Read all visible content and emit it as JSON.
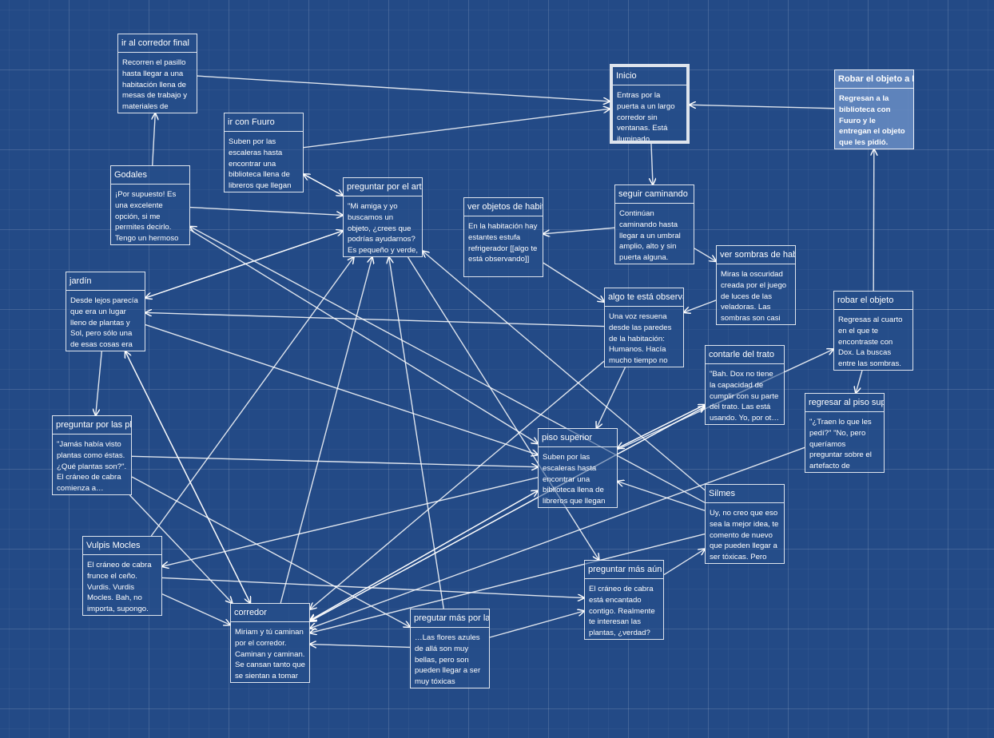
{
  "passages": [
    {
      "id": "ir-corredor-final",
      "title": "ir al corredor final",
      "excerpt": "Recorren el pasillo hasta llegar a una habitación llena de mesas de trabajo y materiales de"
    },
    {
      "id": "ir-con-fuuro",
      "title": "ir con Fuuro",
      "excerpt": "Suben por las escaleras hasta encontrar una biblioteca llena de libreros que llegan"
    },
    {
      "id": "godales",
      "title": "Godales",
      "excerpt": "¡Por supuesto! Es una excelente opción, si me permites decirlo. Tengo un hermoso tejido justo aquí …"
    },
    {
      "id": "preguntar-artefacto",
      "title": "preguntar por el artefacto",
      "excerpt": "\"Mi amiga y yo buscamos un objeto, ¿crees que podrías ayudarnos? Es pequeño y verde,"
    },
    {
      "id": "inicio",
      "title": "Inicio",
      "excerpt": "Entras por la puerta a un largo corredor sin ventanas. Está iluminado artificialmente por"
    },
    {
      "id": "robar-objeto-dox",
      "title": "Robar el objeto a Dox",
      "excerpt": "Regresan a la biblioteca con Fuuro y le entregan el objeto que les pidió. \"Puedes"
    },
    {
      "id": "ver-objetos",
      "title": "ver objetos de habitación",
      "excerpt": "En la habitación hay estantes estufa refrigerador [[algo te está observando]]"
    },
    {
      "id": "seguir-caminando",
      "title": "seguir caminando",
      "excerpt": "Continúan caminando hasta llegar a un umbral amplio, alto y sin puerta alguna. Felices"
    },
    {
      "id": "ver-sombras",
      "title": "ver sombras de habitación",
      "excerpt": "Miras la oscuridad creada por el juego de luces de las veladoras. Las sombras son casi"
    },
    {
      "id": "jardin",
      "title": "jardín",
      "excerpt": "Desde lejos parecía que era un lugar lleno de plantas y Sol, pero sólo una de esas cosas era cierta…"
    },
    {
      "id": "algo-observando",
      "title": "algo te está observando",
      "excerpt": "Una voz resuena desde las paredes de la habitación: Humanos. Hacía mucho tiempo no"
    },
    {
      "id": "robar-objeto",
      "title": "robar el objeto",
      "excerpt": "Regresas al cuarto en el que te encontraste con Dox. La buscas entre las sombras. Llamas su nombre …"
    },
    {
      "id": "contarle-trato",
      "title": "contarle del trato",
      "excerpt": "\"Bah. Dox no tiene la capacidad de cumplir con su parte del trato. Las está usando. Yo, por ot…"
    },
    {
      "id": "regresar-piso",
      "title": "regresar al piso superior",
      "excerpt": "\"¿Traen lo que les pedí?\" \"No, pero queríamos preguntar sobre el artefacto de nuevo…"
    },
    {
      "id": "preguntar-plantas",
      "title": "preguntar por las plantas",
      "excerpt": "\"Jamás había visto plantas como éstas. ¿Qué plantas son?\". El cráneo de cabra comienza a…"
    },
    {
      "id": "piso-superior",
      "title": "piso superior",
      "excerpt": "Suben por las escaleras hasta encontrar una biblioteca llena de libreros que llegan"
    },
    {
      "id": "silmes",
      "title": "Silmes",
      "excerpt": "Uy, no creo que eso sea la mejor idea, te comento de nuevo que pueden llegar a ser tóxicas. Pero pu…"
    },
    {
      "id": "vulpis-mocles",
      "title": "Vulpis Mocles",
      "excerpt": "El cráneo de cabra frunce el ceño. Vurdis. Vurdis Mocles. Bah, no importa, supongo. Bueno, justo aq…"
    },
    {
      "id": "preguntar-mas-aun",
      "title": "preguntar más aún sobre las plantas",
      "excerpt": "El cráneo de cabra está encantado contigo. Realmente te interesan las plantas, ¿verdad?"
    },
    {
      "id": "corredor",
      "title": "corredor",
      "excerpt": "Miriam y tú caminan por el corredor. Caminan y caminan. Se cansan tanto que se sientan a tomar un"
    },
    {
      "id": "pregutar-mas-plantas",
      "title": "pregutar más por las plantas",
      "excerpt": "…Las flores azules de allá son muy bellas, pero son pueden llegar a ser muy tóxicas también. Se"
    }
  ],
  "links": [
    {
      "from": "ir-corredor-final",
      "to": "inicio"
    },
    {
      "from": "ir-con-fuuro",
      "to": "inicio"
    },
    {
      "from": "robar-objeto-dox",
      "to": "inicio"
    },
    {
      "from": "inicio",
      "to": "seguir-caminando"
    },
    {
      "from": "seguir-caminando",
      "to": "ver-objetos"
    },
    {
      "from": "seguir-caminando",
      "to": "ver-sombras"
    },
    {
      "from": "ver-objetos",
      "to": "algo-observando"
    },
    {
      "from": "ver-sombras",
      "to": "algo-observando"
    },
    {
      "from": "algo-observando",
      "to": "piso-superior"
    },
    {
      "from": "algo-observando",
      "to": "corredor"
    },
    {
      "from": "algo-observando",
      "to": "jardin"
    },
    {
      "from": "robar-objeto",
      "to": "robar-objeto-dox"
    },
    {
      "from": "robar-objeto",
      "to": "regresar-piso"
    },
    {
      "from": "piso-superior",
      "to": "robar-objeto"
    },
    {
      "from": "piso-superior",
      "to": "contarle-trato"
    },
    {
      "from": "contarle-trato",
      "to": "piso-superior"
    },
    {
      "from": "contarle-trato",
      "to": "corredor"
    },
    {
      "from": "regresar-piso",
      "to": "corredor"
    },
    {
      "from": "godales",
      "to": "ir-corredor-final"
    },
    {
      "from": "godales",
      "to": "preguntar-artefacto"
    },
    {
      "from": "godales",
      "to": "piso-superior"
    },
    {
      "from": "ir-con-fuuro",
      "to": "preguntar-artefacto"
    },
    {
      "from": "preguntar-artefacto",
      "to": "ir-con-fuuro"
    },
    {
      "from": "preguntar-artefacto",
      "to": "jardin"
    },
    {
      "from": "jardin",
      "to": "preguntar-artefacto"
    },
    {
      "from": "jardin",
      "to": "preguntar-plantas"
    },
    {
      "from": "jardin",
      "to": "corredor"
    },
    {
      "from": "jardin",
      "to": "piso-superior"
    },
    {
      "from": "preguntar-plantas",
      "to": "piso-superior"
    },
    {
      "from": "preguntar-plantas",
      "to": "corredor"
    },
    {
      "from": "preguntar-plantas",
      "to": "pregutar-mas-plantas"
    },
    {
      "from": "vulpis-mocles",
      "to": "preguntar-artefacto"
    },
    {
      "from": "vulpis-mocles",
      "to": "corredor"
    },
    {
      "from": "vulpis-mocles",
      "to": "preguntar-mas-aun"
    },
    {
      "from": "piso-superior",
      "to": "vulpis-mocles"
    },
    {
      "from": "corredor",
      "to": "preguntar-artefacto"
    },
    {
      "from": "corredor",
      "to": "jardin"
    },
    {
      "from": "pregutar-mas-plantas",
      "to": "preguntar-artefacto"
    },
    {
      "from": "pregutar-mas-plantas",
      "to": "corredor"
    },
    {
      "from": "pregutar-mas-plantas",
      "to": "preguntar-mas-aun"
    },
    {
      "from": "preguntar-mas-aun",
      "to": "silmes"
    },
    {
      "from": "silmes",
      "to": "preguntar-artefacto"
    },
    {
      "from": "silmes",
      "to": "piso-superior"
    },
    {
      "from": "silmes",
      "to": "corredor"
    },
    {
      "from": "silmes",
      "to": "godales"
    },
    {
      "from": "corredor",
      "to": "piso-superior"
    },
    {
      "from": "corredor",
      "to": "contarle-trato"
    },
    {
      "from": "piso-superior",
      "to": "corredor"
    },
    {
      "from": "preguntar-artefacto",
      "to": "preguntar-mas-aun"
    }
  ],
  "start_passage": "inicio",
  "selected_passage": "robar-objeto-dox"
}
